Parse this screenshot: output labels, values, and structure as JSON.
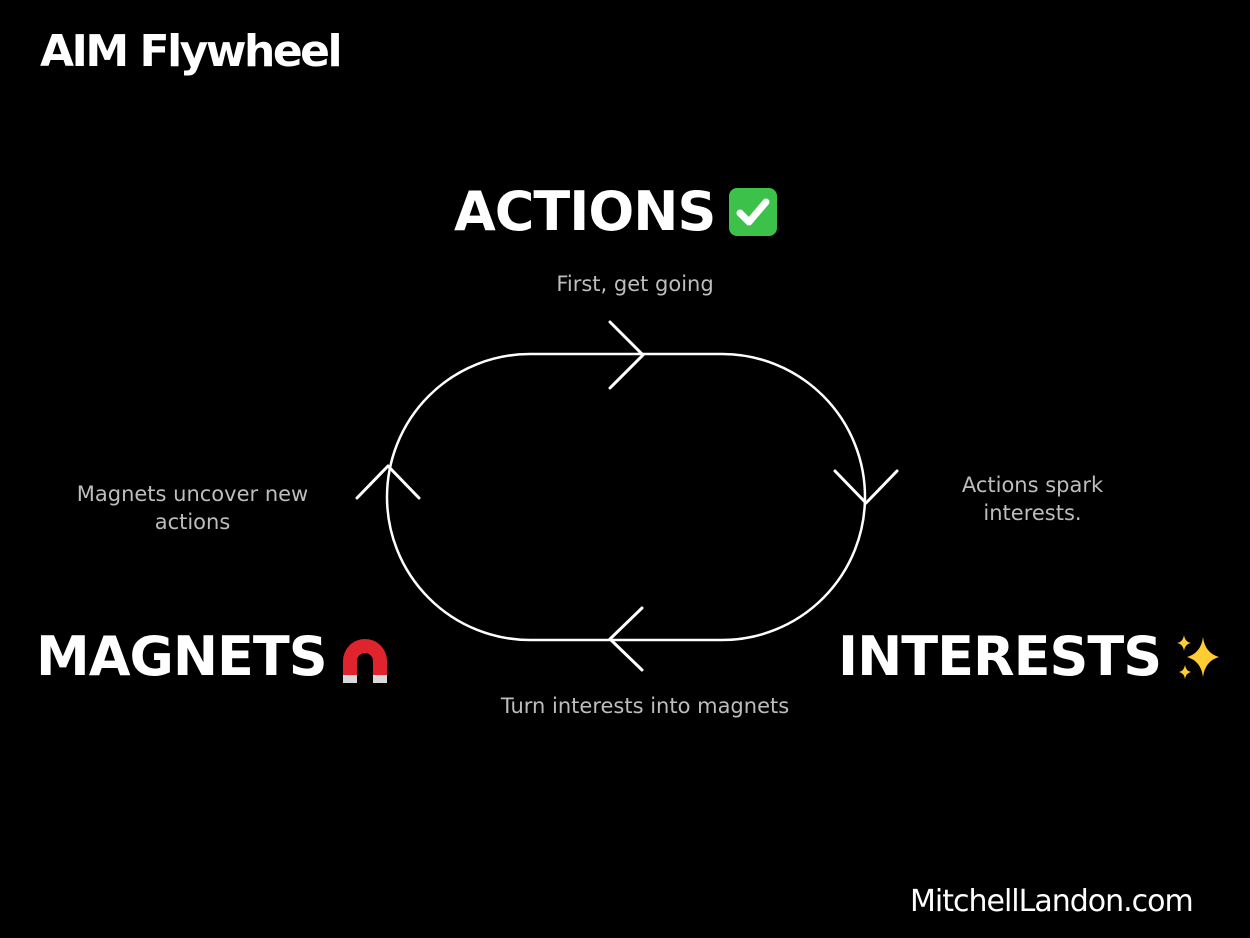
{
  "header": {
    "title": "AIM Flywheel"
  },
  "nodes": {
    "actions": {
      "label": "ACTIONS",
      "icon": "check-mark-button-icon"
    },
    "interests": {
      "label": "INTERESTS",
      "icon": "sparkles-icon"
    },
    "magnets": {
      "label": "MAGNETS",
      "icon": "magnet-icon"
    }
  },
  "captions": {
    "top": "First, get going",
    "right": "Actions spark interests.",
    "bottom": "Turn interests into magnets",
    "left": "Magnets uncover new actions"
  },
  "footer": {
    "site": "MitchellLandon.com"
  },
  "colors": {
    "background": "#000000",
    "text": "#ffffff",
    "caption": "#bdbdbd",
    "check_green": "#3cc14a",
    "magnet_red": "#e0242e"
  }
}
